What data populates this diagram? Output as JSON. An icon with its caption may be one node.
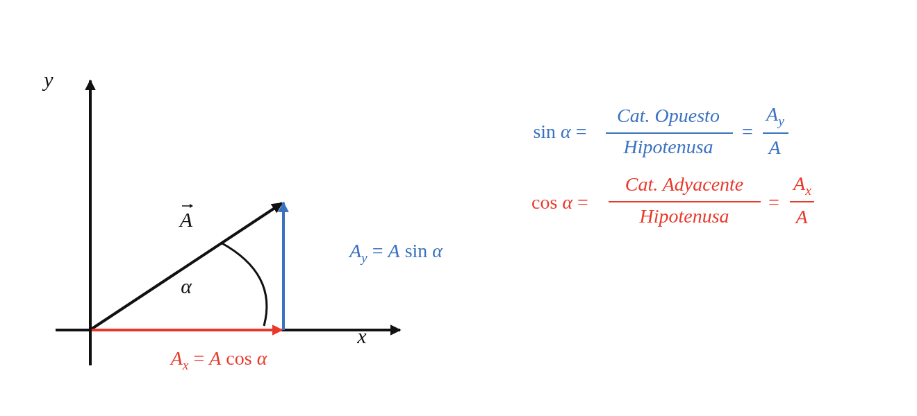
{
  "diagram": {
    "labels": [
      "y",
      "sin *α* =",
      "Cat. Opuesto",
      "Hipotenusa",
      "=",
      "*A*$_{y}$",
      "A",
      "cos *α* =",
      "Cat. Adyacente",
      "Hipotenusa",
      "=",
      "*A*$_{x}$",
      "A",
      "A",
      "*A*$_{y}$ = *A* sin *α*",
      "α",
      "x",
      "*A*$_{x}$ = *A* cos *α*"
    ]
  }
}
